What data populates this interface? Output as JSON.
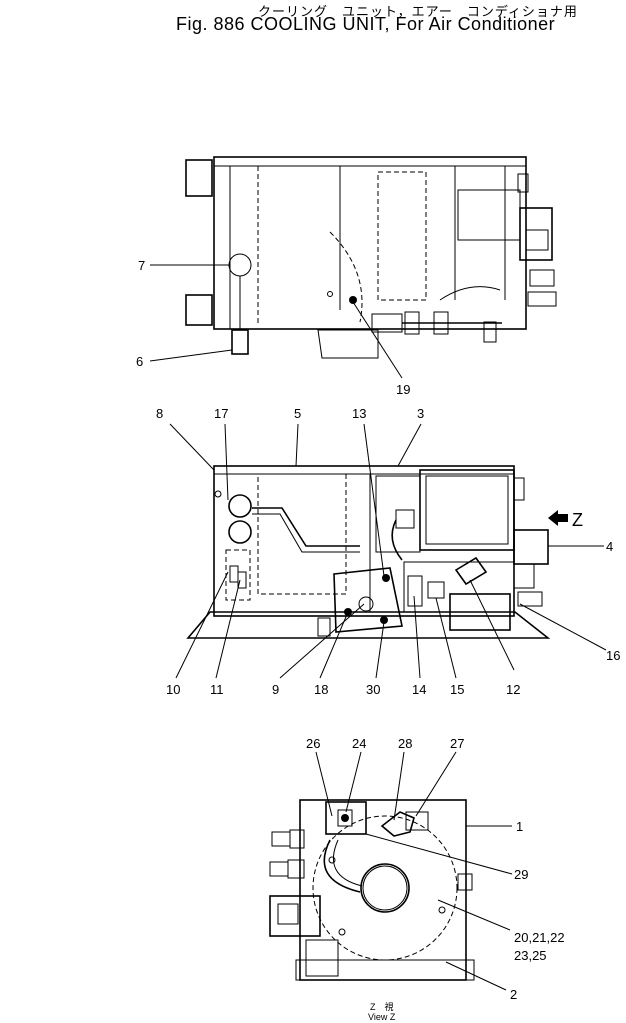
{
  "header": {
    "japanese_title": "クーリング　ユニット，エアー　コンディショナ用",
    "figure_title": "Fig. 886  COOLING UNIT, For Air Conditioner"
  },
  "view1": {
    "callouts": [
      "7",
      "6",
      "19"
    ]
  },
  "view2": {
    "callouts": [
      "8",
      "17",
      "5",
      "13",
      "3",
      "4",
      "16",
      "10",
      "11",
      "9",
      "18",
      "30",
      "14",
      "15",
      "12"
    ],
    "arrow_label": "Z"
  },
  "view3": {
    "callouts": [
      "26",
      "24",
      "28",
      "27",
      "1",
      "29",
      "20,21,22",
      "23,25",
      "2"
    ],
    "caption_jp": "Z　視",
    "caption_en": "View Z"
  }
}
